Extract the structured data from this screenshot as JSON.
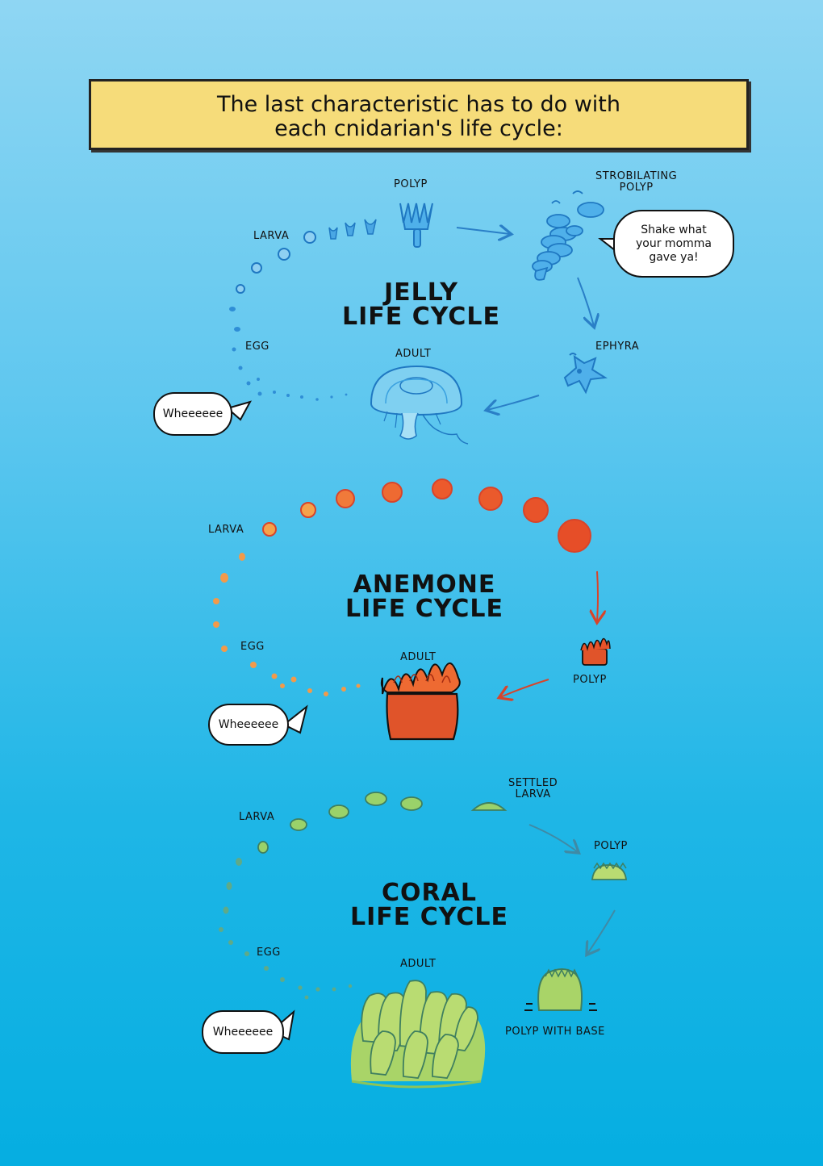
{
  "caption": {
    "line1": "The last characteristic has to do with",
    "line2": "each cnidarian's life cycle:"
  },
  "jelly": {
    "title_line1": "JELLY",
    "title_line2": "LIFE CYCLE",
    "labels": {
      "polyp": "POLYP",
      "strobilating_line1": "STROBILATING",
      "strobilating_line2": "POLYP",
      "larva": "LARVA",
      "egg": "EGG",
      "adult": "ADULT",
      "ephyra": "EPHYRA"
    },
    "bubble_left": "Wheeeeee",
    "bubble_right_line1": "Shake what",
    "bubble_right_line2": "your momma",
    "bubble_right_line3": "gave ya!",
    "color": "#2a8fd6"
  },
  "anemone": {
    "title_line1": "ANEMONE",
    "title_line2": "LIFE CYCLE",
    "labels": {
      "larva": "LARVA",
      "egg": "EGG",
      "adult": "ADULT",
      "polyp": "POLYP"
    },
    "bubble_left": "Wheeeeee",
    "color": "#e0542a"
  },
  "coral": {
    "title_line1": "CORAL",
    "title_line2": "LIFE CYCLE",
    "labels": {
      "larva": "LARVA",
      "settled_line1": "SETTLED",
      "settled_line2": "LARVA",
      "polyp": "POLYP",
      "egg": "EGG",
      "adult": "ADULT",
      "polyp_with_base": "POLYP WITH BASE"
    },
    "bubble_left": "Wheeeeee",
    "color": "#8cc45a"
  }
}
